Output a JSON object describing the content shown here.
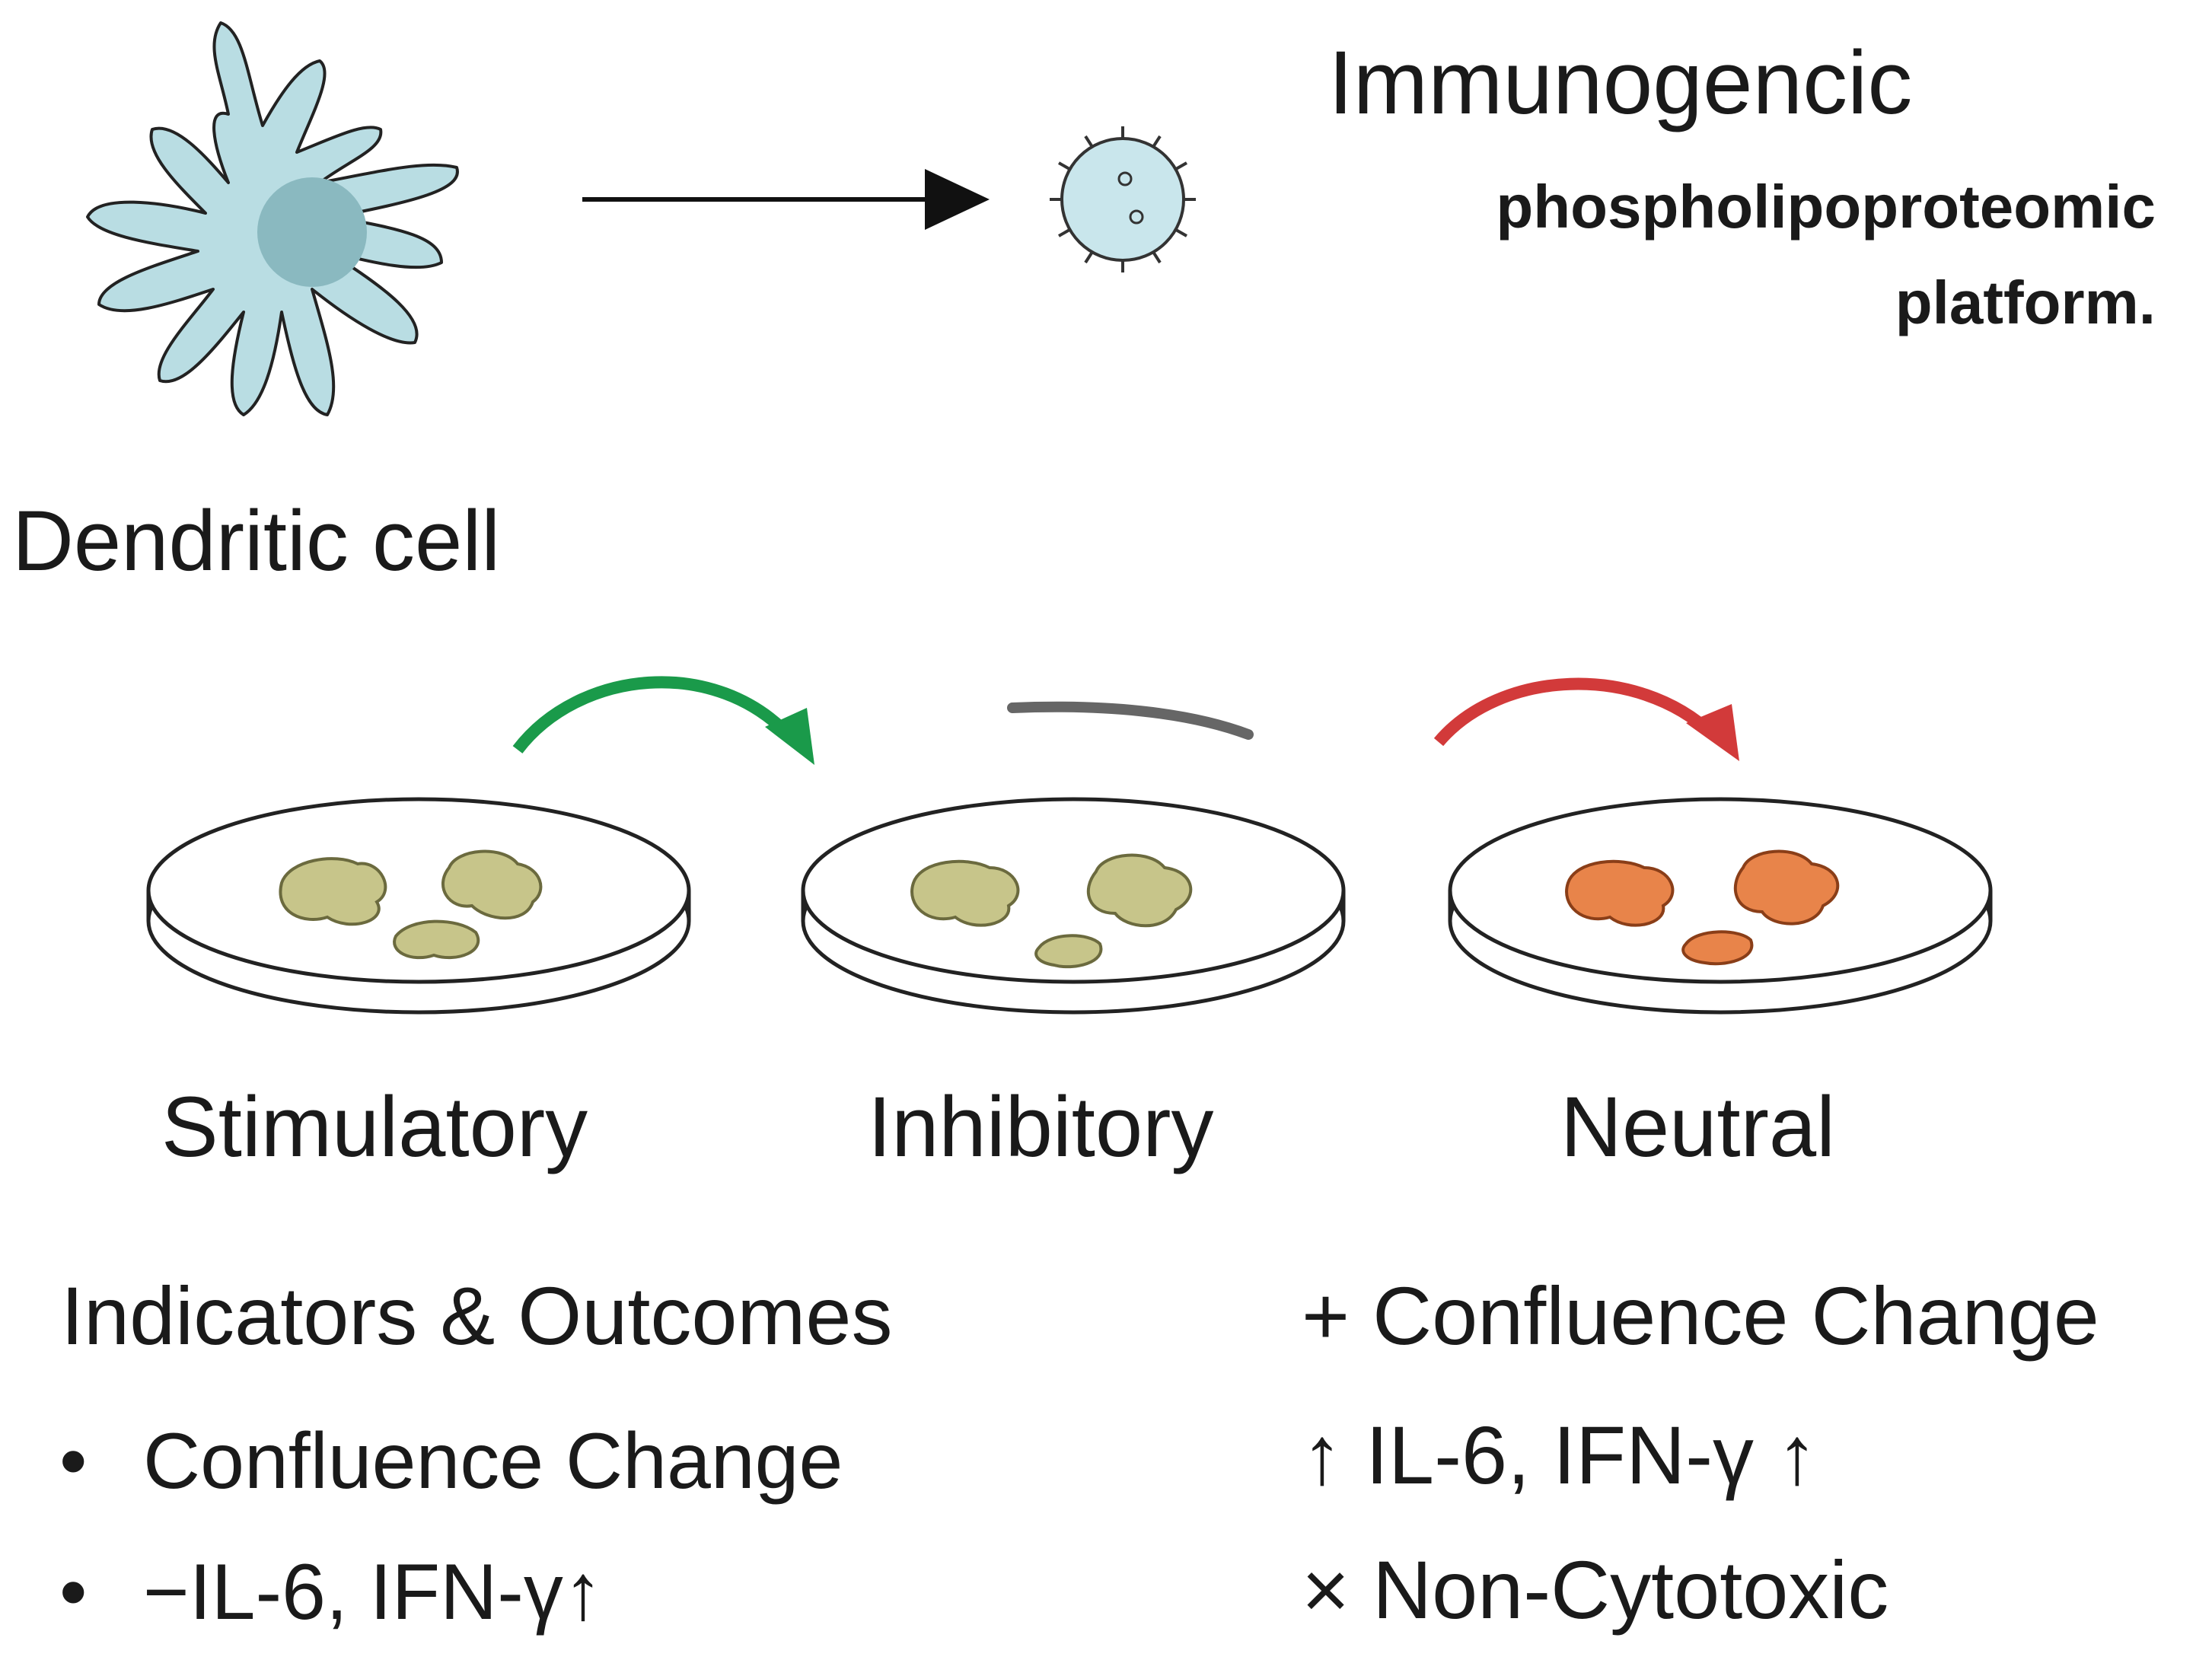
{
  "header": {
    "title_line1": "Immunogencic",
    "title_line2": "phospholipoproteomic",
    "title_line3": "platform."
  },
  "dendritic_cell": {
    "label": "Dendritic cell",
    "icon": "dendritic-cell-icon",
    "color": "#b9dde3",
    "nucleus_color": "#8ab9c0"
  },
  "dishes": [
    {
      "label": "Stimulatory",
      "cell_color": "#c7c58a",
      "arrow_color": "#1a9a4a"
    },
    {
      "label": "Inhibitory",
      "cell_color": "#c7c58a",
      "arrow_color": "#666666"
    },
    {
      "label": "Neutral",
      "cell_color": "#e8844a",
      "arrow_color": "#d23a3a"
    }
  ],
  "indicators": {
    "title": "Indicators & Outcomes",
    "bullets": [
      "Confluence Change",
      "−IL-6, IFN-γ↑"
    ],
    "outcomes": [
      "+ Confluence Change",
      "↑ IL-6, IFN-γ ↑",
      "× Non-Cytotoxic"
    ]
  }
}
